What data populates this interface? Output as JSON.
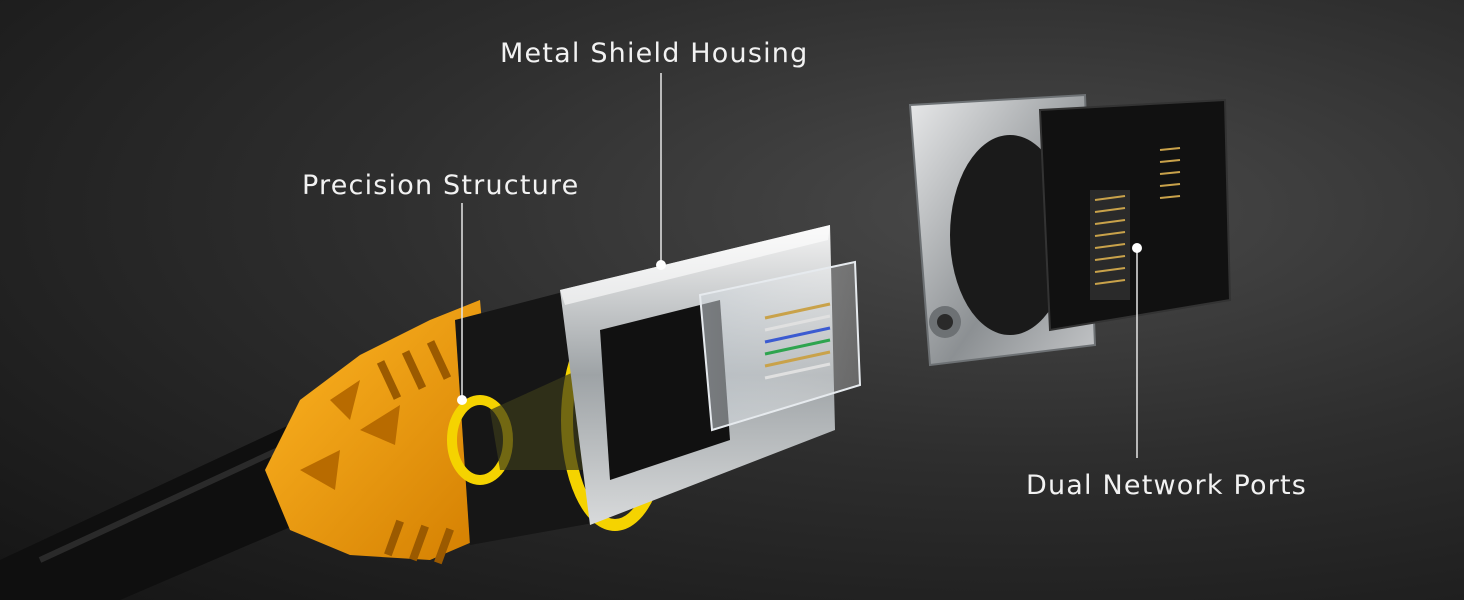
{
  "callouts": {
    "metal_shield": "Metal Shield Housing",
    "precision_structure": "Precision Structure",
    "dual_ports": "Dual Network Ports"
  },
  "colors": {
    "boot_orange": "#f0a010",
    "ring_yellow": "#f5d300",
    "metal": "#cfd2d4",
    "background": "#2e2e2e"
  }
}
